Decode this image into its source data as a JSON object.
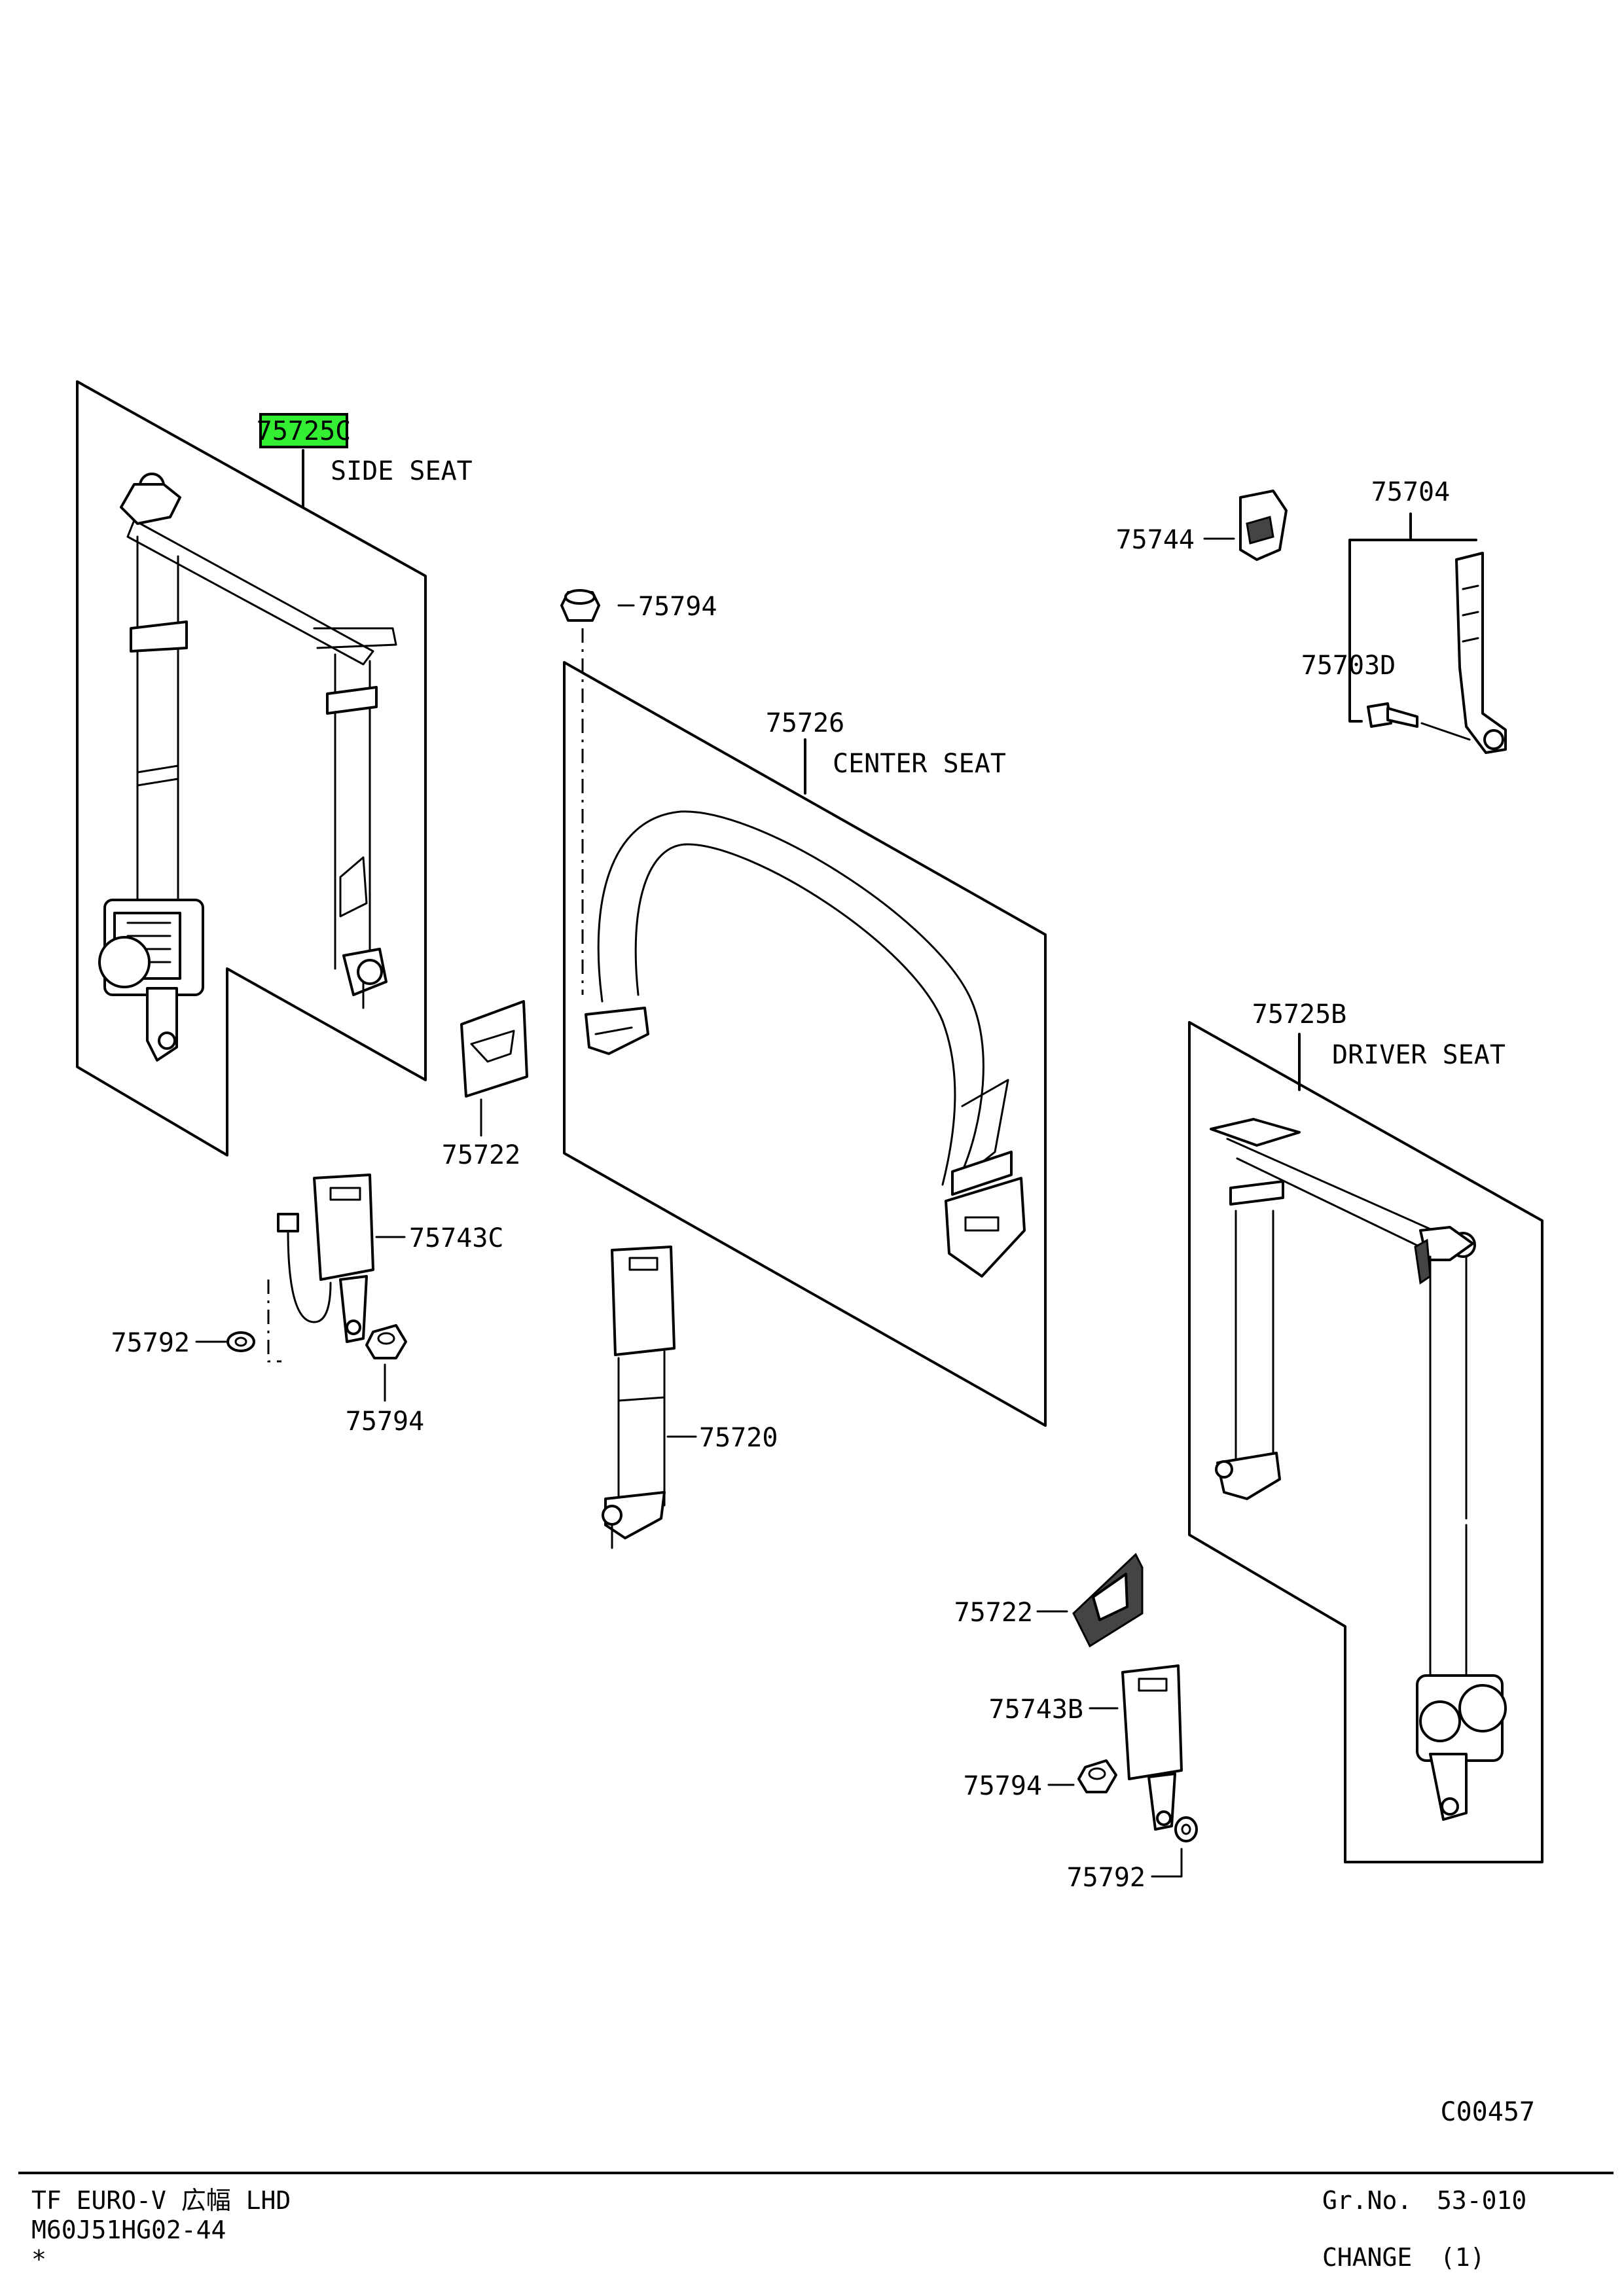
{
  "diagram": {
    "callouts": {
      "side_seat_part": "75725C",
      "side_seat_name": "SIDE SEAT",
      "bolt_nut_top": "75794",
      "center_part": "75726",
      "center_name": "CENTER SEAT",
      "clip_top": "75744",
      "anchor_assy": "75704",
      "anchor_bolt": "75703D",
      "cover_left": "75722",
      "buckle_left": "75743C",
      "washer_left": "75792",
      "nut_left": "75794",
      "center_buckle": "75720",
      "driver_part": "75725B",
      "driver_name": "DRIVER SEAT",
      "cover_right": "75722",
      "buckle_right": "75743B",
      "nut_right": "75794",
      "washer_right": "75792"
    },
    "highlight_color": "#33ee33",
    "figure_code": "C00457"
  },
  "footer": {
    "model": "TF EURO-V 広幅 LHD",
    "code": "M60J51HG02-44",
    "mark": "*",
    "group_label": "Gr.No.",
    "group_value": "53-010",
    "change_label": "CHANGE",
    "change_value": "(1)"
  }
}
